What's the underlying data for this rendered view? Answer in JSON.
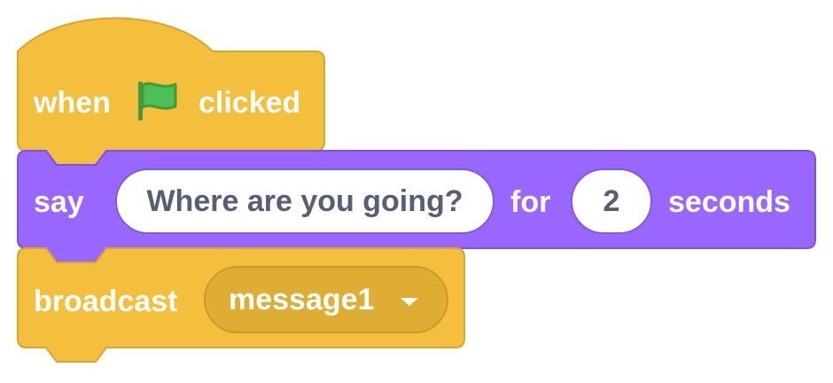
{
  "blocks": {
    "hat": {
      "word_when": "when",
      "icon": "green-flag-icon",
      "word_clicked": "clicked",
      "color": "#f4bf3c"
    },
    "say": {
      "word_say": "say",
      "message": "Where are you going?",
      "word_for": "for",
      "seconds_value": "2",
      "word_seconds": "seconds",
      "color": "#9966ff"
    },
    "broadcast": {
      "word_broadcast": "broadcast",
      "message_option": "message1",
      "color": "#f4bf3c"
    }
  }
}
